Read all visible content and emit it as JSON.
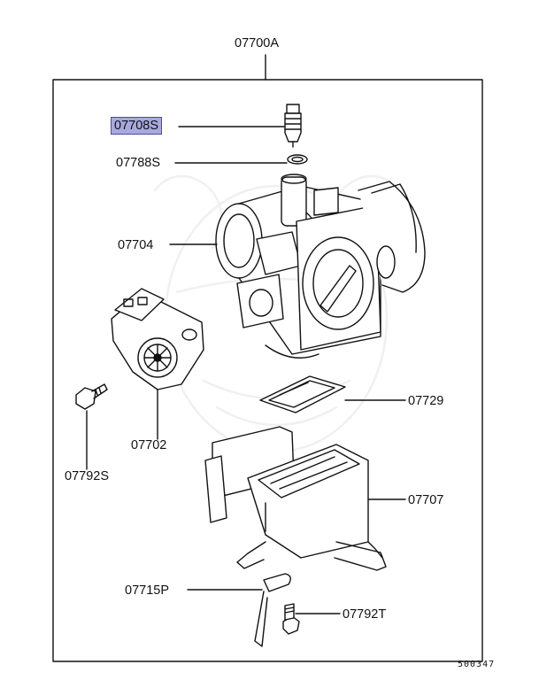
{
  "diagram": {
    "assembly_code": "07700A",
    "diagram_id": "500347",
    "highlight_color": "#a9a9e0",
    "parts": [
      {
        "code": "07708S",
        "highlighted": true
      },
      {
        "code": "07788S",
        "highlighted": false
      },
      {
        "code": "07704",
        "highlighted": false
      },
      {
        "code": "07702",
        "highlighted": false
      },
      {
        "code": "07792S",
        "highlighted": false
      },
      {
        "code": "07729",
        "highlighted": false
      },
      {
        "code": "07707",
        "highlighted": false
      },
      {
        "code": "07715P",
        "highlighted": false
      },
      {
        "code": "07792T",
        "highlighted": false
      }
    ]
  }
}
